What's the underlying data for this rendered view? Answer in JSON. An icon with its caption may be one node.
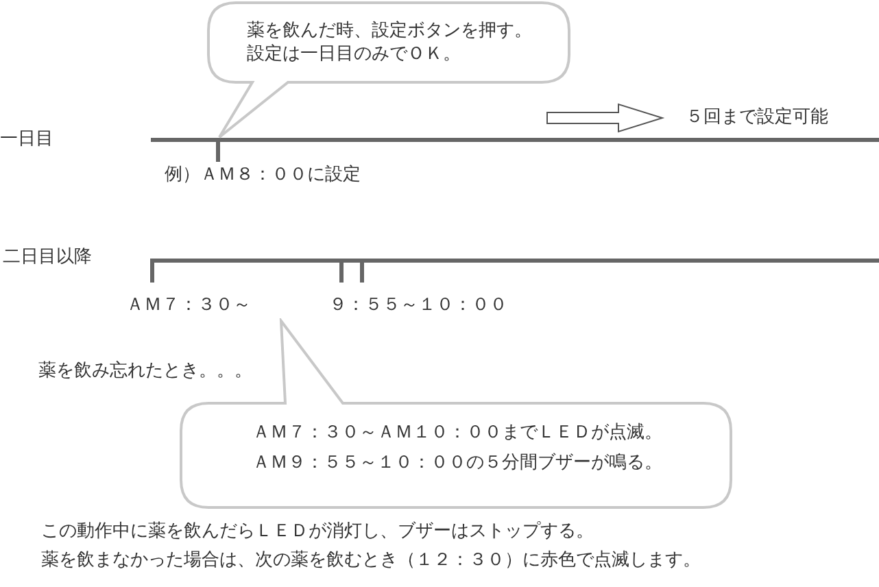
{
  "diagram": {
    "nodes": [
      {
        "text": [
          "薬を飲んだ時、設定ボタンを押す。",
          "設定は一日目のみでＯＫ。"
        ]
      },
      {
        "text": [
          "ＡＭ７：３０～ＡＭ１０：００までＬＥＤが点滅。",
          "ＡＭ９：５５～１０：００の５分間ブザーが鳴る。"
        ]
      }
    ],
    "labels": [
      "一日目",
      "５回まで設定可能",
      "例）ＡＭ８：００に設定",
      "二日目以降",
      "ＡＭ７：３０～",
      "９：５５～１０：００",
      "薬を飲み忘れたとき。。。",
      "この動作中に薬を飲んだらＬＥＤが消灯し、ブザーはストップする。",
      "薬を飲まなかった場合は、次の薬を飲むとき（１２：３０）に赤色で点滅します。"
    ]
  }
}
